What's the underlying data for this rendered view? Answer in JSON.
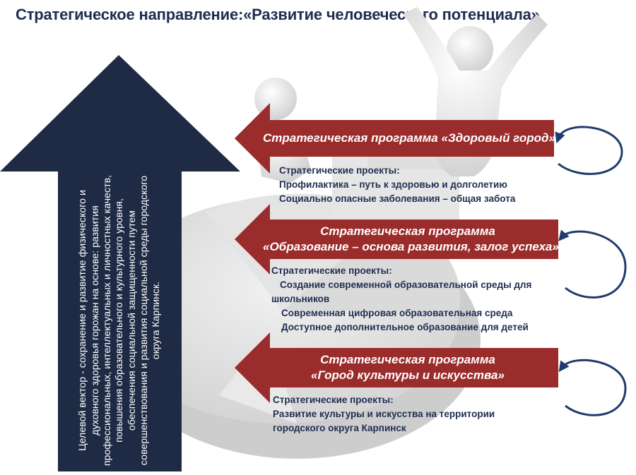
{
  "title": {
    "prefix": "Стратегическое направление:",
    "main": "«Развитие человеческого потенциала»"
  },
  "vector_text": "Целевой вектор - сохранение и развитие физического и духовного здоровья горожан на основе: развития профессиональных, интеллектуальных и личностных качеств, повышения образовательного и культурного уровня, обеспечения социальной защищенности путем совершенствования и развития социальной среды городского округа Карпинск.",
  "programs": [
    {
      "label_lines": [
        "Стратегическая программа «Здоровый город»"
      ],
      "projects_heading": "Стратегические проекты:",
      "projects": [
        "Профилактика – путь к здоровью и долголетию",
        "Социально  опасные заболевания – общая забота"
      ]
    },
    {
      "label_lines": [
        "Стратегическая программа",
        "«Образование – основа развития, залог успеха»"
      ],
      "projects_heading": "Стратегические проекты:",
      "projects": [
        "Создание современной образовательной среды для",
        "школьников",
        "Современная цифровая образовательная среда",
        "Доступное дополнительное образование для детей"
      ]
    },
    {
      "label_lines": [
        "Стратегическая программа",
        "«Город культуры и искусства»"
      ],
      "projects_heading": "Стратегические проекты:",
      "projects": [
        "Развитие культуры и искусства на территории",
        "городского округа Карпинск"
      ]
    }
  ],
  "colors": {
    "title": "#1f2d4f",
    "vector_arrow": "#1f2a45",
    "program_arrow": "#9b2c2c",
    "projects_text": "#1f2d4f",
    "curl_arrow": "#1f3b6e"
  }
}
